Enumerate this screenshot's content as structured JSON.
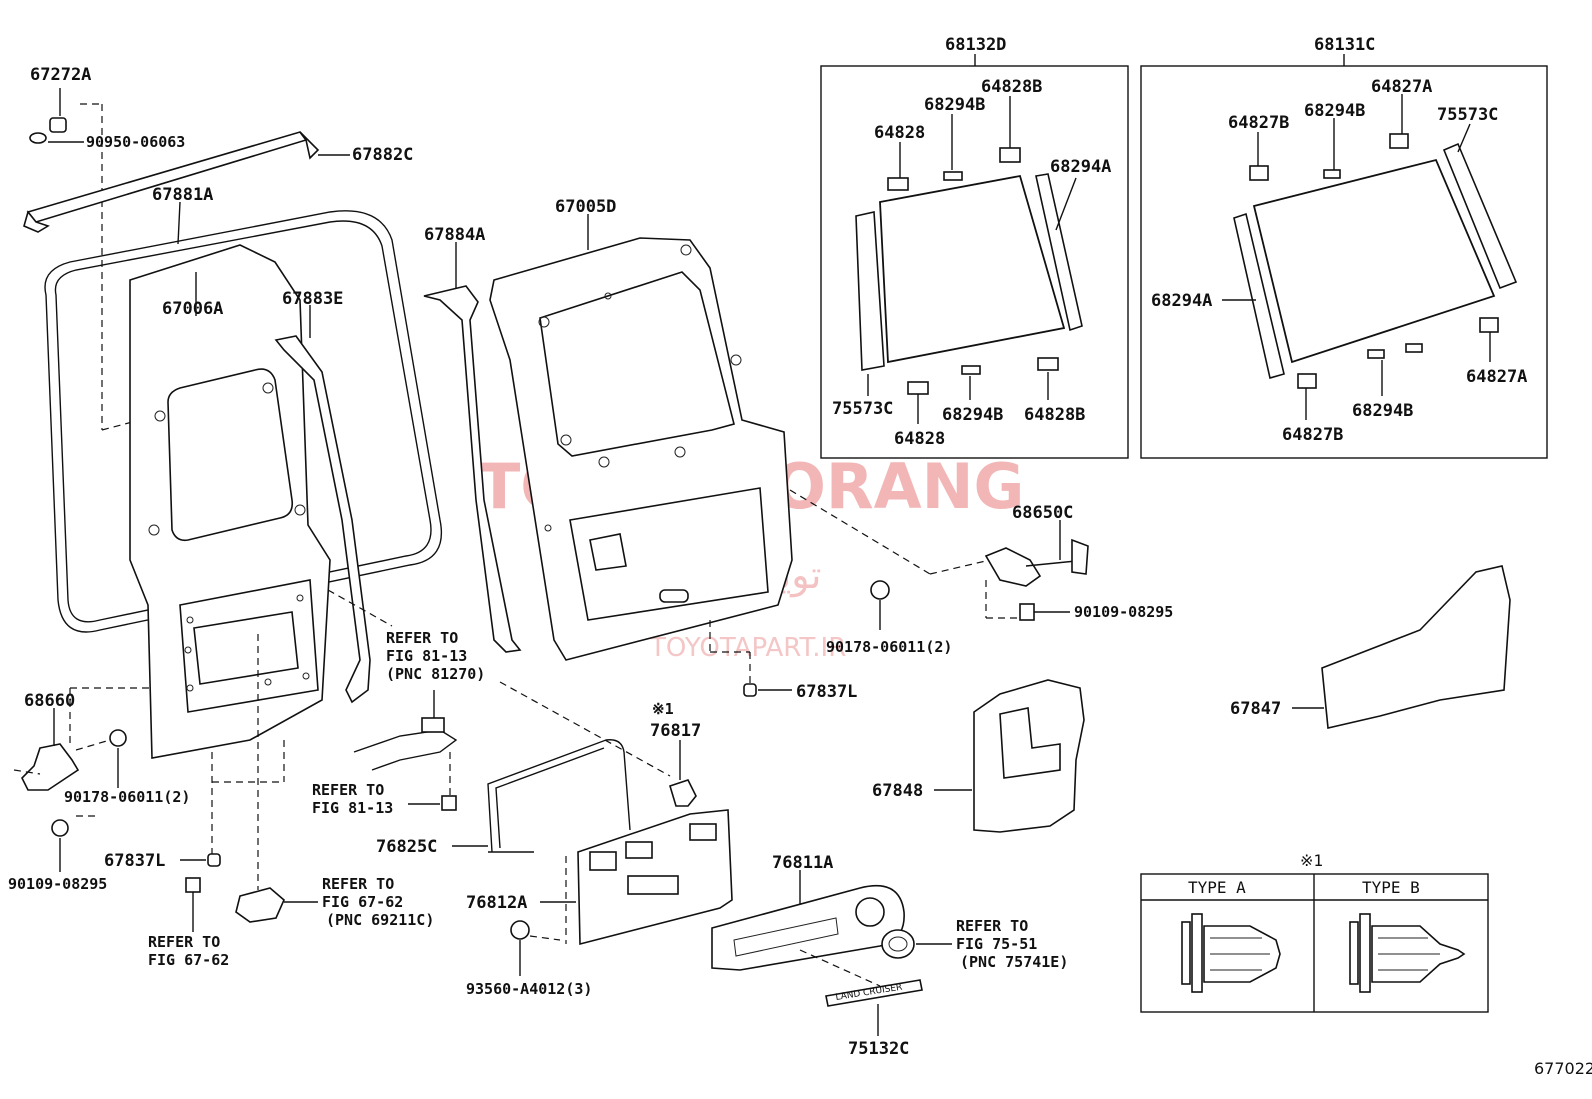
{
  "labels": {
    "l67272A": "67272A",
    "l90950": "90950-06063",
    "l67882C": "67882C",
    "l67881A": "67881A",
    "l67006A": "67006A",
    "l67883E": "67883E",
    "l67884A": "67884A",
    "l67005D": "67005D",
    "l68132D": "68132D",
    "l68131C": "68131C",
    "l64828B_top": "64828B",
    "l68294B_top": "68294B",
    "l64828_top": "64828",
    "l68294A_right": "68294A",
    "l75573C_left": "75573C",
    "l68294B_bot": "68294B",
    "l64828B_bot": "64828B",
    "l64828_bot": "64828",
    "l64827A_top": "64827A",
    "l68294B_r_top": "68294B",
    "l64827B_top": "64827B",
    "l75573C_right": "75573C",
    "l68294A_left": "68294A",
    "l64827A_bot": "64827A",
    "l68294B_r_bot": "68294B",
    "l64827B_bot": "64827B",
    "l68650C": "68650C",
    "l90109_r": "90109-08295",
    "l90178_r": "90178-06011(2)",
    "l67837L_r": "67837L",
    "l67847": "67847",
    "l67848": "67848",
    "l68660": "68660",
    "l90178_l": "90178-06011(2)",
    "l90109_l": "90109-08295",
    "l67837L_l": "67837L",
    "refer_81_13a_1": "REFER TO",
    "refer_81_13a_2": "FIG 81-13",
    "refer_81_13a_3": "(PNC 81270)",
    "refer_81_13b_1": "REFER TO",
    "refer_81_13b_2": "FIG 81-13",
    "note_mark_76817": "※1",
    "l76817": "76817",
    "l76825C": "76825C",
    "l76812A": "76812A",
    "l93560": "93560-A4012(3)",
    "refer_67_62a_1": "REFER TO",
    "refer_67_62a_2": "FIG 67-62",
    "refer_67_62a_3": "(PNC 69211C)",
    "refer_67_62b_1": "REFER TO",
    "refer_67_62b_2": "FIG 67-62",
    "l76811A": "76811A",
    "refer_75_51_1": "REFER TO",
    "refer_75_51_2": "FIG 75-51",
    "refer_75_51_3": "(PNC 75741E)",
    "l75132C": "75132C",
    "emblem_text": "LAND CRUISER"
  },
  "watermark": {
    "main": "TOYOTA ORANG",
    "persian": "تویوتا اورنگ",
    "url": "TOYOTAPART.IR",
    "color": "#f2b6b6"
  },
  "type_table": {
    "mark": "※1",
    "col_a": "TYPE  A",
    "col_b": "TYPE  B"
  },
  "figure_number": "677022"
}
